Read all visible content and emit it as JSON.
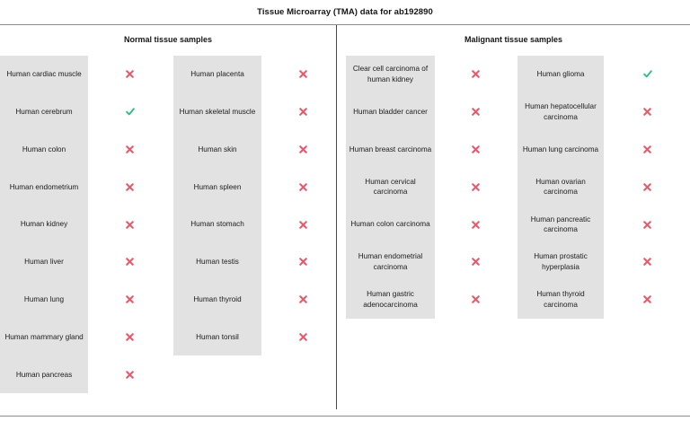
{
  "title": "Tissue Microarray (TMA) data for ab192890",
  "colors": {
    "cell_background": "#e1e2e1",
    "negative": "#e8596b",
    "positive": "#2fbf83",
    "rule": "#8c8c8c",
    "divider": "#4a4a4a",
    "text": "#1a1a1a"
  },
  "legend": {
    "negative_icon": "cross-icon",
    "positive_icon": "check-icon"
  },
  "sections": [
    {
      "key": "normal",
      "header": "Normal tissue samples",
      "columns": [
        {
          "key": "normal-col-1",
          "rows": [
            {
              "label": "Human cardiac muscle",
              "result": "negative",
              "icon": "cross-icon"
            },
            {
              "label": "Human cerebrum",
              "result": "positive",
              "icon": "check-icon"
            },
            {
              "label": "Human colon",
              "result": "negative",
              "icon": "cross-icon"
            },
            {
              "label": "Human endometrium",
              "result": "negative",
              "icon": "cross-icon"
            },
            {
              "label": "Human kidney",
              "result": "negative",
              "icon": "cross-icon"
            },
            {
              "label": "Human liver",
              "result": "negative",
              "icon": "cross-icon"
            },
            {
              "label": "Human lung",
              "result": "negative",
              "icon": "cross-icon"
            },
            {
              "label": "Human mammary gland",
              "result": "negative",
              "icon": "cross-icon"
            },
            {
              "label": "Human pancreas",
              "result": "negative",
              "icon": "cross-icon"
            }
          ]
        },
        {
          "key": "normal-col-2",
          "rows": [
            {
              "label": "Human placenta",
              "result": "negative",
              "icon": "cross-icon"
            },
            {
              "label": "Human skeletal muscle",
              "result": "negative",
              "icon": "cross-icon"
            },
            {
              "label": "Human skin",
              "result": "negative",
              "icon": "cross-icon"
            },
            {
              "label": "Human spleen",
              "result": "negative",
              "icon": "cross-icon"
            },
            {
              "label": "Human stomach",
              "result": "negative",
              "icon": "cross-icon"
            },
            {
              "label": "Human testis",
              "result": "negative",
              "icon": "cross-icon"
            },
            {
              "label": "Human thyroid",
              "result": "negative",
              "icon": "cross-icon"
            },
            {
              "label": "Human tonsil",
              "result": "negative",
              "icon": "cross-icon"
            }
          ]
        }
      ]
    },
    {
      "key": "malignant",
      "header": "Malignant tissue samples",
      "columns": [
        {
          "key": "malignant-col-1",
          "rows": [
            {
              "label": "Clear cell carcinoma of human kidney",
              "result": "negative",
              "icon": "cross-icon"
            },
            {
              "label": "Human bladder cancer",
              "result": "negative",
              "icon": "cross-icon"
            },
            {
              "label": "Human breast carcinoma",
              "result": "negative",
              "icon": "cross-icon"
            },
            {
              "label": "Human cervical carcinoma",
              "result": "negative",
              "icon": "cross-icon"
            },
            {
              "label": "Human colon carcinoma",
              "result": "negative",
              "icon": "cross-icon"
            },
            {
              "label": "Human endometrial carcinoma",
              "result": "negative",
              "icon": "cross-icon"
            },
            {
              "label": "Human gastric adenocarcinoma",
              "result": "negative",
              "icon": "cross-icon"
            }
          ]
        },
        {
          "key": "malignant-col-2",
          "rows": [
            {
              "label": "Human glioma",
              "result": "positive",
              "icon": "check-icon"
            },
            {
              "label": "Human hepatocellular carcinoma",
              "result": "negative",
              "icon": "cross-icon"
            },
            {
              "label": "Human lung carcinoma",
              "result": "negative",
              "icon": "cross-icon"
            },
            {
              "label": "Human ovarian carcinoma",
              "result": "negative",
              "icon": "cross-icon"
            },
            {
              "label": "Human pancreatic carcinoma",
              "result": "negative",
              "icon": "cross-icon"
            },
            {
              "label": "Human prostatic hyperplasia",
              "result": "negative",
              "icon": "cross-icon"
            },
            {
              "label": "Human thyroid carcinoma",
              "result": "negative",
              "icon": "cross-icon"
            }
          ]
        }
      ]
    }
  ]
}
